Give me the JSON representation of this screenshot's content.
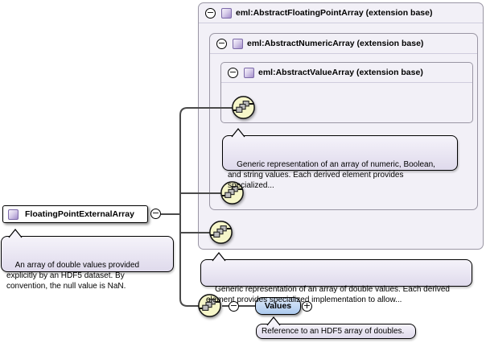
{
  "glyphs": {
    "collapse": "−",
    "expand": "+"
  },
  "colors": {
    "box_fill": "#f2f0f7",
    "box_border": "#9a96a4",
    "divider": "#cfccdd",
    "line": "#4a4a4a",
    "icon_yellow": "#f6f6c9",
    "bubble_top": "#f5f3fa",
    "bubble_bottom": "#dfdaec",
    "values_top": "#dbe8f8",
    "values_bottom": "#accaee",
    "purple_dark": "#a38dcb",
    "purple_border": "#7c69a8"
  },
  "main_element": {
    "label": "FloatingPointExternalArray",
    "annotation": "An array of double values provided\nexplicitly by an HDF5 dataset. By\nconvention, the null value is NaN."
  },
  "extension_boxes": [
    {
      "label": "eml:AbstractFloatingPointArray (extension base)"
    },
    {
      "label": "eml:AbstractNumericArray (extension base)"
    },
    {
      "label": "eml:AbstractValueArray (extension base)"
    }
  ],
  "annotations": {
    "value_array": "Generic representation of an array of numeric, Boolean,\nand string values. Each derived element provides\nspecialized...",
    "floating_point_array": "Generic representation of an array of double values. Each derived\nelement provides specialized implementation to allow...",
    "values": "Reference to an HDF5 array of doubles."
  },
  "child_element": {
    "label": "Values"
  }
}
